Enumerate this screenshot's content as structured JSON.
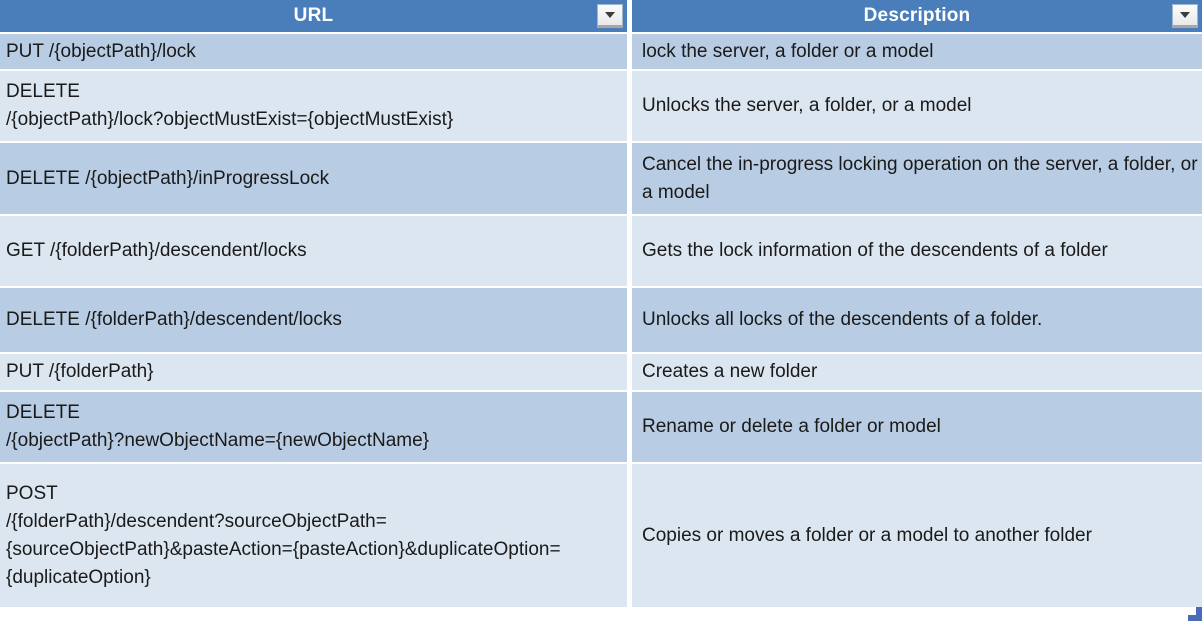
{
  "table": {
    "columns": [
      {
        "label": "URL",
        "filter_icon": "filter-dropdown-icon"
      },
      {
        "label": "Description",
        "filter_icon": "filter-dropdown-icon"
      }
    ],
    "rows": [
      {
        "url": "PUT /{objectPath}/lock",
        "description": "lock the server, a folder or a model"
      },
      {
        "url": "DELETE\n/{objectPath}/lock?objectMustExist={objectMustExist}",
        "description": "Unlocks the server, a folder, or a model"
      },
      {
        "url": "DELETE /{objectPath}/inProgressLock",
        "description": "Cancel the in-progress locking operation on the server, a folder, or a model"
      },
      {
        "url": "GET /{folderPath}/descendent/locks",
        "description": "Gets the lock information of the descendents of a folder"
      },
      {
        "url": "DELETE /{folderPath}/descendent/locks",
        "description": "Unlocks all locks of the descendents of a folder."
      },
      {
        "url": "PUT /{folderPath}",
        "description": "Creates a new folder"
      },
      {
        "url": "DELETE\n/{objectPath}?newObjectName={newObjectName}",
        "description": "Rename or delete a folder or model"
      },
      {
        "url": "POST\n/{folderPath}/descendent?sourceObjectPath={sourceObjectPath}&pasteAction={pasteAction}&duplicateOption={duplicateOption}",
        "description": "Copies or moves a folder or a model to another folder"
      }
    ],
    "resize_handle": "table-resize-handle"
  },
  "colors": {
    "header_blue": "#4a7ebb",
    "band_dark": "#b8cce4",
    "band_light": "#dce6f1",
    "grid_white": "#ffffff",
    "handle_blue": "#4a6bb5",
    "text": "#1a1a1a"
  }
}
